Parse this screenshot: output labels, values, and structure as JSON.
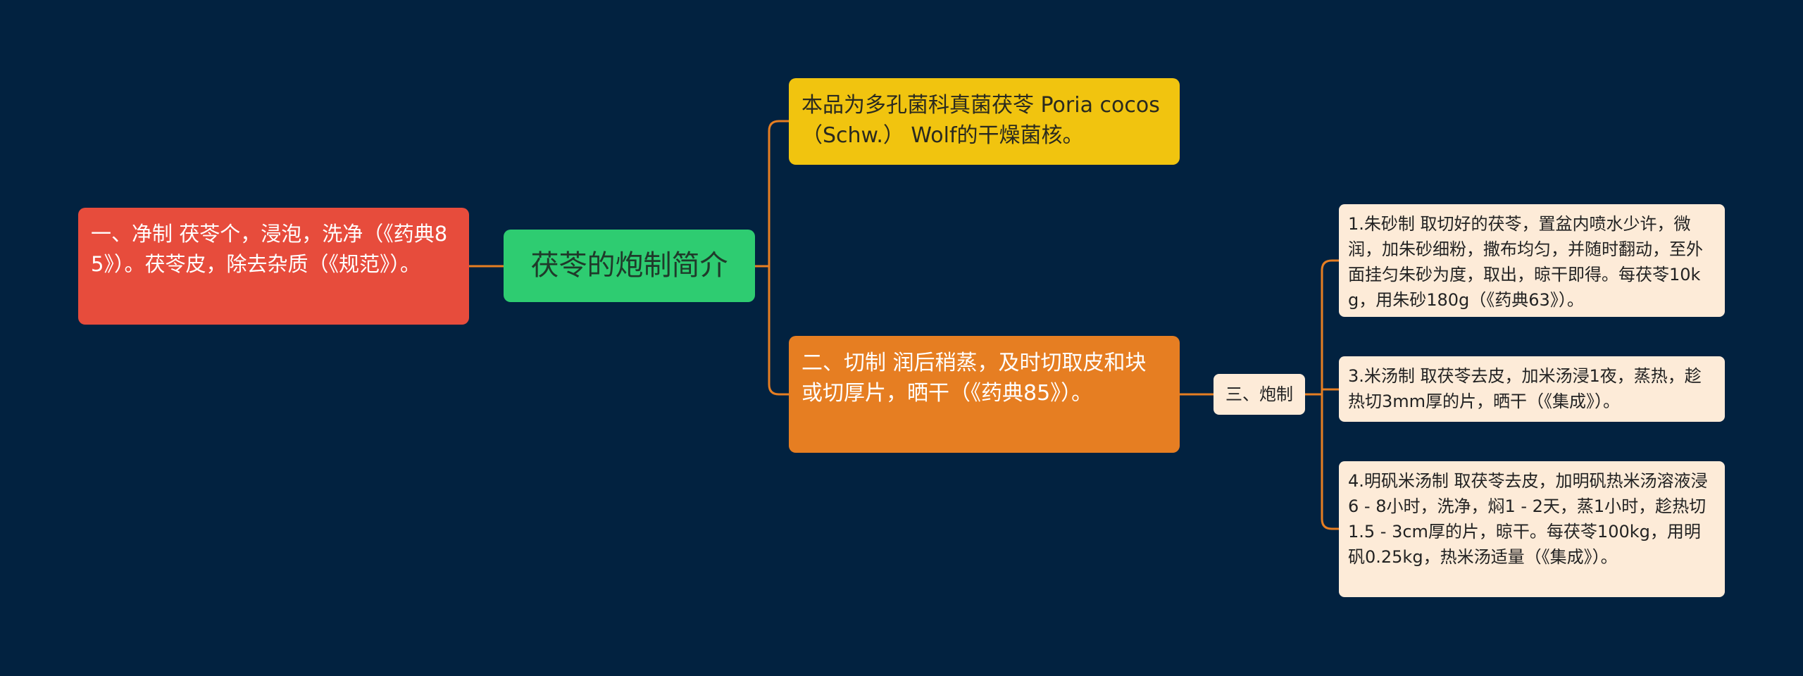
{
  "colors": {
    "background": "#022240",
    "root": "#2ecc71",
    "left_branch": "#e74c3c",
    "top_branch": "#f1c40f",
    "middle_branch": "#e67e22",
    "leaf": "#fdebd8",
    "connector": "#e67e22"
  },
  "root": {
    "label": "茯苓的炮制简介"
  },
  "left_branch": {
    "text": "一、净制 茯苓个，浸泡，洗净（《药典85》）。茯苓皮，除去杂质（《规范》）。"
  },
  "right_top": {
    "text": "本品为多孔菌科真菌茯苓 Poria cocos （Schw.） Wolf的干燥菌核。"
  },
  "right_middle": {
    "text": "二、切制 润后稍蒸，及时切取皮和块或切厚片，晒干（《药典85》）。"
  },
  "processing": {
    "label": "三、炮制",
    "items": [
      {
        "text": "1.朱砂制 取切好的茯苓，置盆内喷水少许，微润，加朱砂细粉，撒布均匀，并随时翻动，至外面挂匀朱砂为度，取出，晾干即得。每茯苓10kg，用朱砂180g（《药典63》）。"
      },
      {
        "text": "3.米汤制 取茯苓去皮，加米汤浸1夜，蒸热，趁热切3mm厚的片，晒干（《集成》）。"
      },
      {
        "text": "4.明矾米汤制 取茯苓去皮，加明矾热米汤溶液浸6 - 8小时，洗净，焖1 - 2天，蒸1小时，趁热切1.5 - 3cm厚的片，晾干。每茯苓100kg，用明矾0.25kg，热米汤适量（《集成》）。"
      }
    ]
  }
}
